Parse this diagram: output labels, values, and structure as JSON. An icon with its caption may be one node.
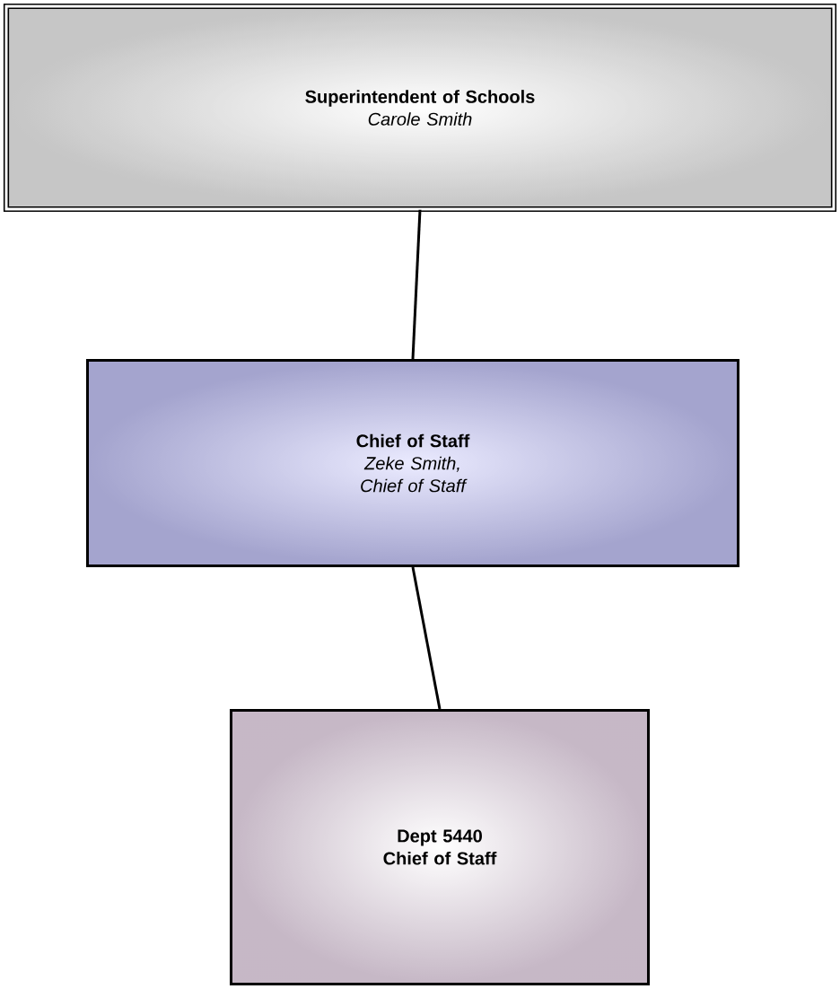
{
  "diagram": {
    "nodes": [
      {
        "text": [
          "Superintendent of Schools",
          "Carole Smith"
        ]
      },
      {
        "text": [
          "Chief of Staff",
          "Zeke Smith, Chief of Staff"
        ]
      },
      {
        "text": [
          "Dept 5440 Chief of Staff"
        ]
      }
    ],
    "edges": [
      {
        "from": 0,
        "to": 1,
        "arrow": "none"
      },
      {
        "from": 1,
        "to": 2,
        "arrow": "none"
      }
    ]
  }
}
